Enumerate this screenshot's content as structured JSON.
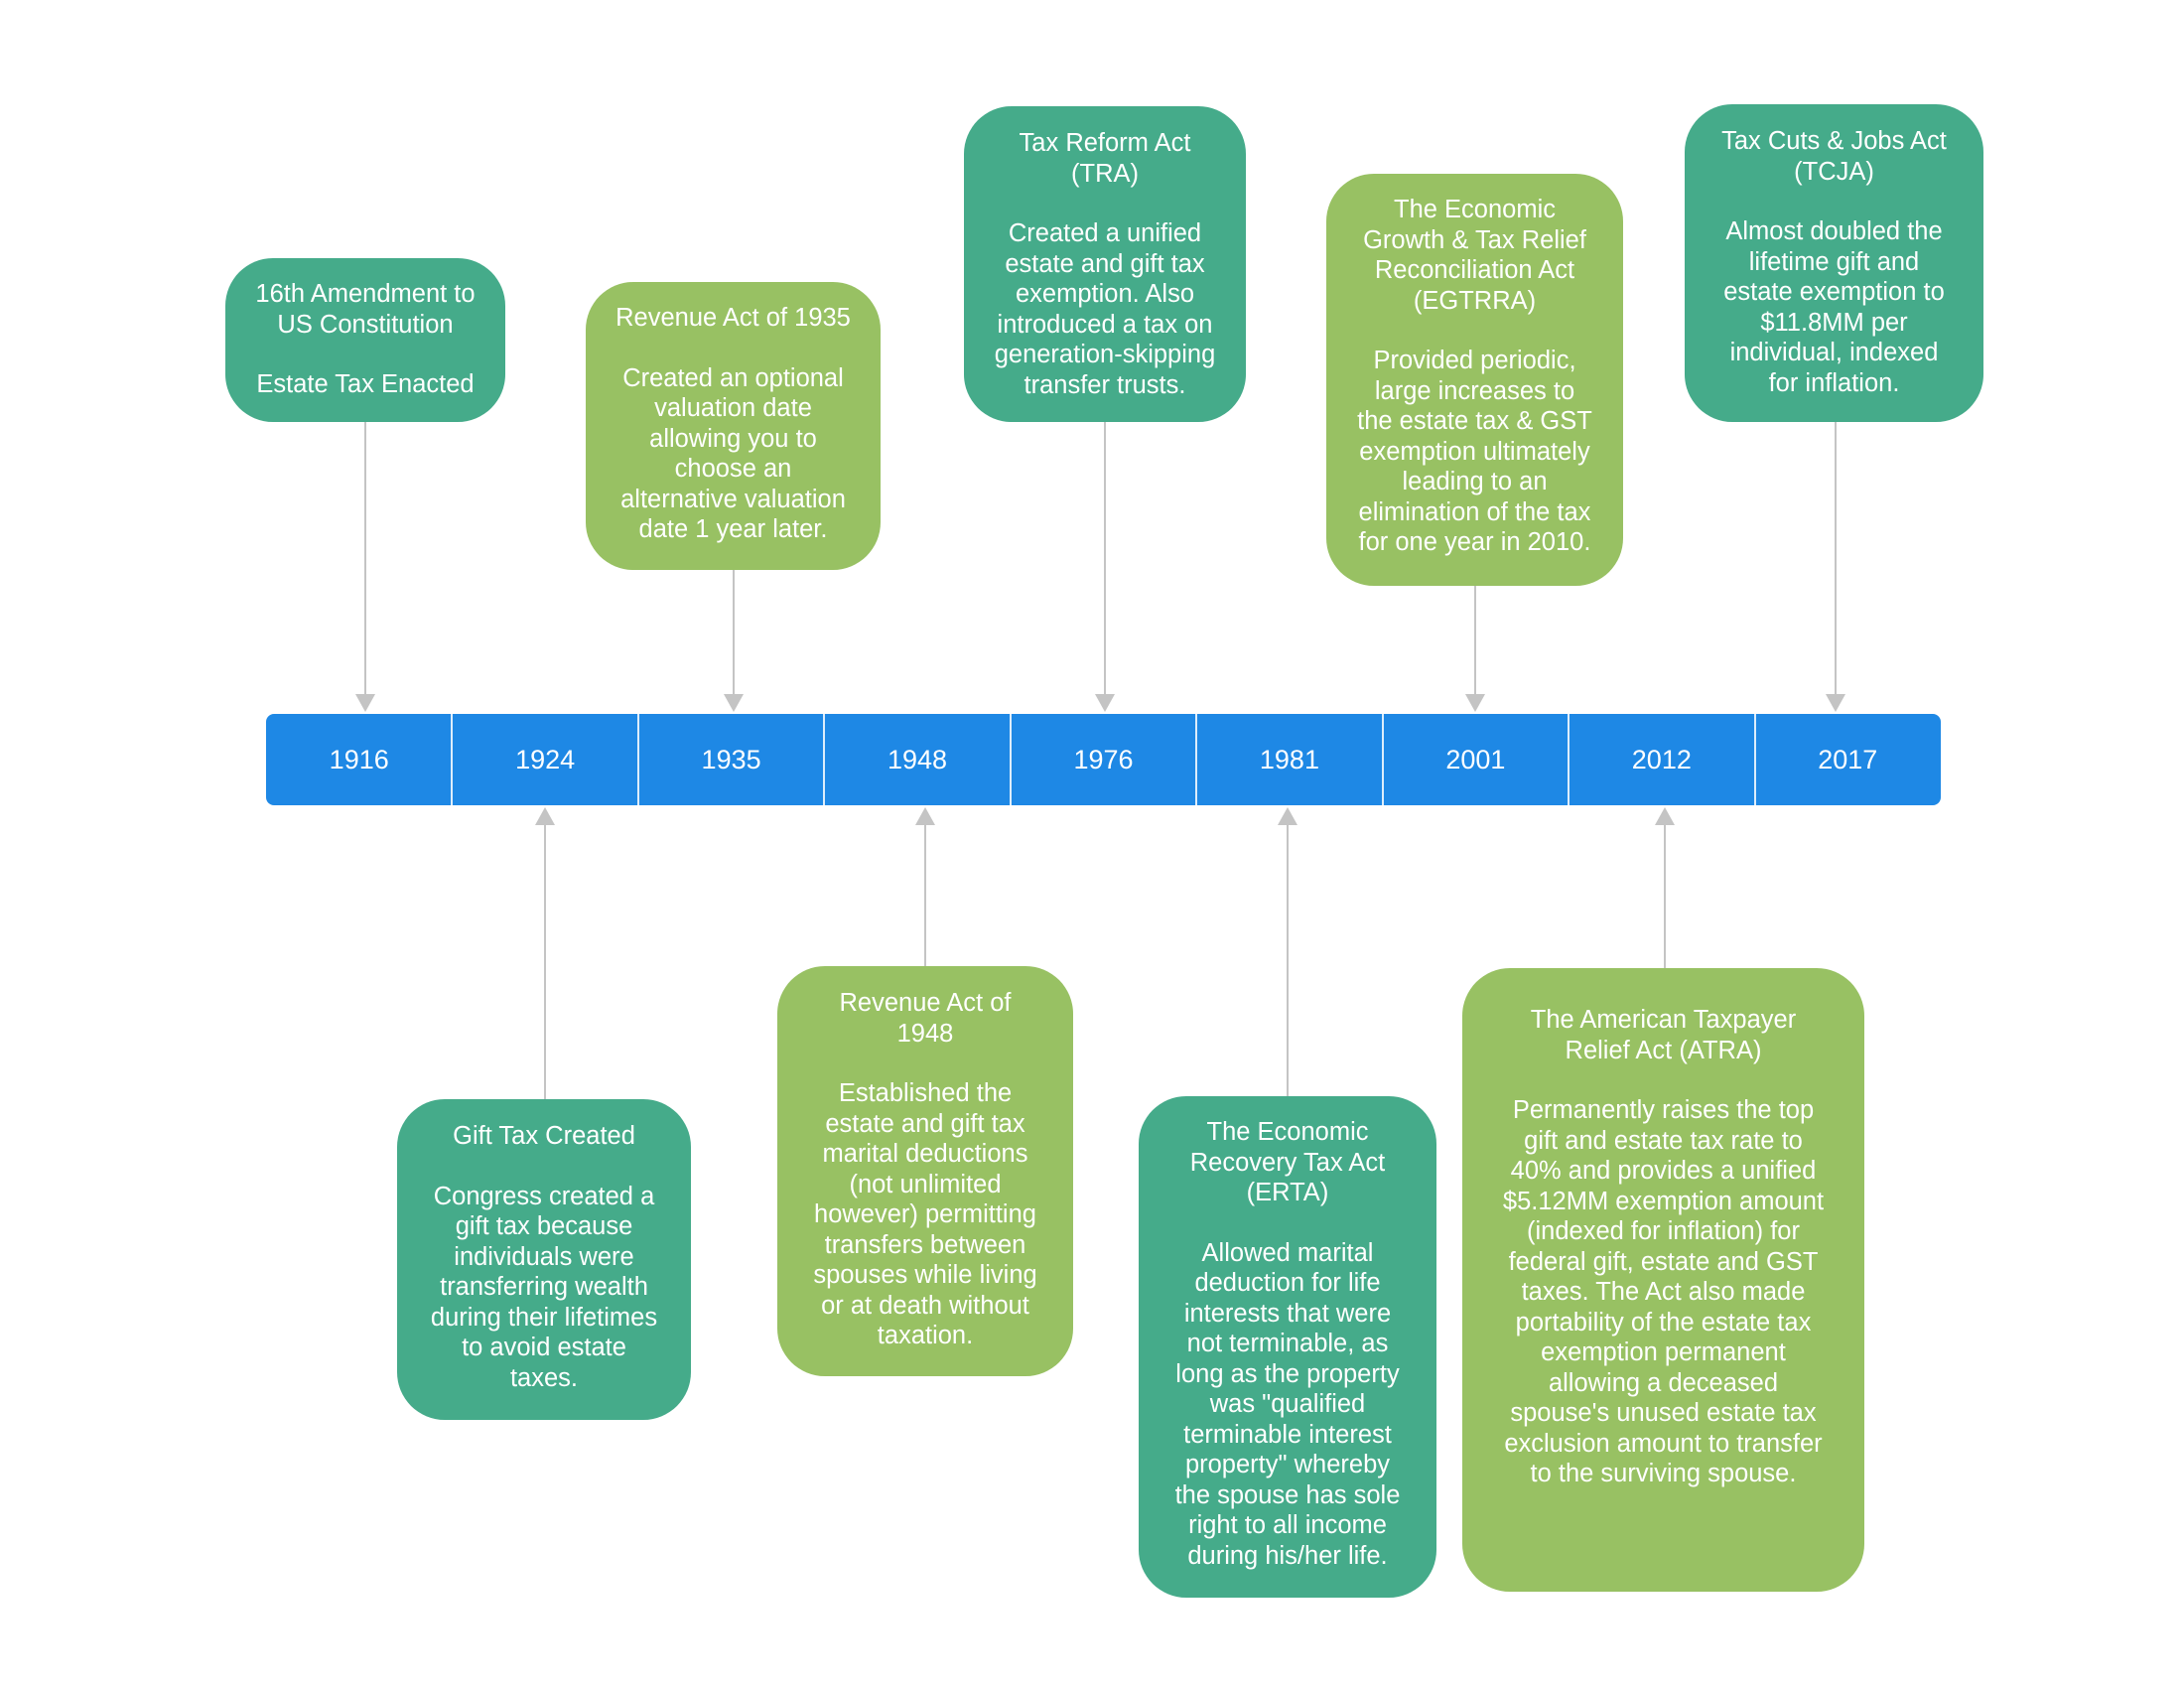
{
  "colors": {
    "timeline_blue": "#1e88e5",
    "teal": "#45ab8a",
    "green": "#98c163",
    "connector": "#c4c4c4"
  },
  "years": [
    "1916",
    "1924",
    "1935",
    "1948",
    "1976",
    "1981",
    "2001",
    "2012",
    "2017"
  ],
  "events": {
    "e1916": {
      "year": "1916",
      "color": "teal",
      "title": "16th Amendment to\nUS Constitution",
      "body": "Estate Tax Enacted"
    },
    "e1924": {
      "year": "1924",
      "color": "teal",
      "title": "Gift Tax Created",
      "body": "Congress created a\ngift tax because\nindividuals were\ntransferring wealth\nduring their lifetimes\nto avoid estate\ntaxes."
    },
    "e1935": {
      "year": "1935",
      "color": "green",
      "title": "Revenue Act of 1935",
      "body": "Created an optional\nvaluation date\nallowing you to\nchoose an\nalternative valuation\ndate 1 year later."
    },
    "e1948": {
      "year": "1948",
      "color": "green",
      "title": "Revenue Act of\n1948",
      "body": "Established the\nestate and gift tax\nmarital deductions\n(not unlimited\nhowever) permitting\ntransfers between\nspouses while living\nor at death without\ntaxation."
    },
    "e1976": {
      "year": "1976",
      "color": "teal",
      "title": "Tax Reform Act\n(TRA)",
      "body": "Created a unified\nestate and gift tax\nexemption. Also\nintroduced a tax on\ngeneration-skipping\ntransfer trusts."
    },
    "e1981": {
      "year": "1981",
      "color": "teal",
      "title": "The Economic\nRecovery Tax Act\n(ERTA)",
      "body": "Allowed marital\ndeduction for life\ninterests that were\nnot terminable, as\nlong as the property\nwas \"qualified\nterminable interest\nproperty\" whereby\nthe spouse has sole\nright to all income\nduring his/her life."
    },
    "e2001": {
      "year": "2001",
      "color": "green",
      "title": "The Economic\nGrowth & Tax Relief\nReconciliation Act\n(EGTRRA)",
      "body": "Provided periodic,\nlarge increases to\nthe estate tax & GST\nexemption ultimately\nleading to an\nelimination of the tax\nfor one year in 2010."
    },
    "e2012": {
      "year": "2012",
      "color": "green",
      "title": "The American Taxpayer\nRelief Act (ATRA)",
      "body": "Permanently raises the top\ngift and estate tax rate to\n40% and provides a unified\n$5.12MM exemption amount\n(indexed for inflation) for\nfederal gift, estate and GST\ntaxes. The Act also made\nportability of the estate tax\nexemption permanent\nallowing a deceased\nspouse's unused estate tax\nexclusion amount to transfer\nto the surviving spouse."
    },
    "e2017": {
      "year": "2017",
      "color": "teal",
      "title": "Tax Cuts & Jobs Act\n(TCJA)",
      "body": "Almost doubled the\nlifetime gift and\nestate exemption to\n$11.8MM per\nindividual, indexed\nfor inflation."
    }
  }
}
